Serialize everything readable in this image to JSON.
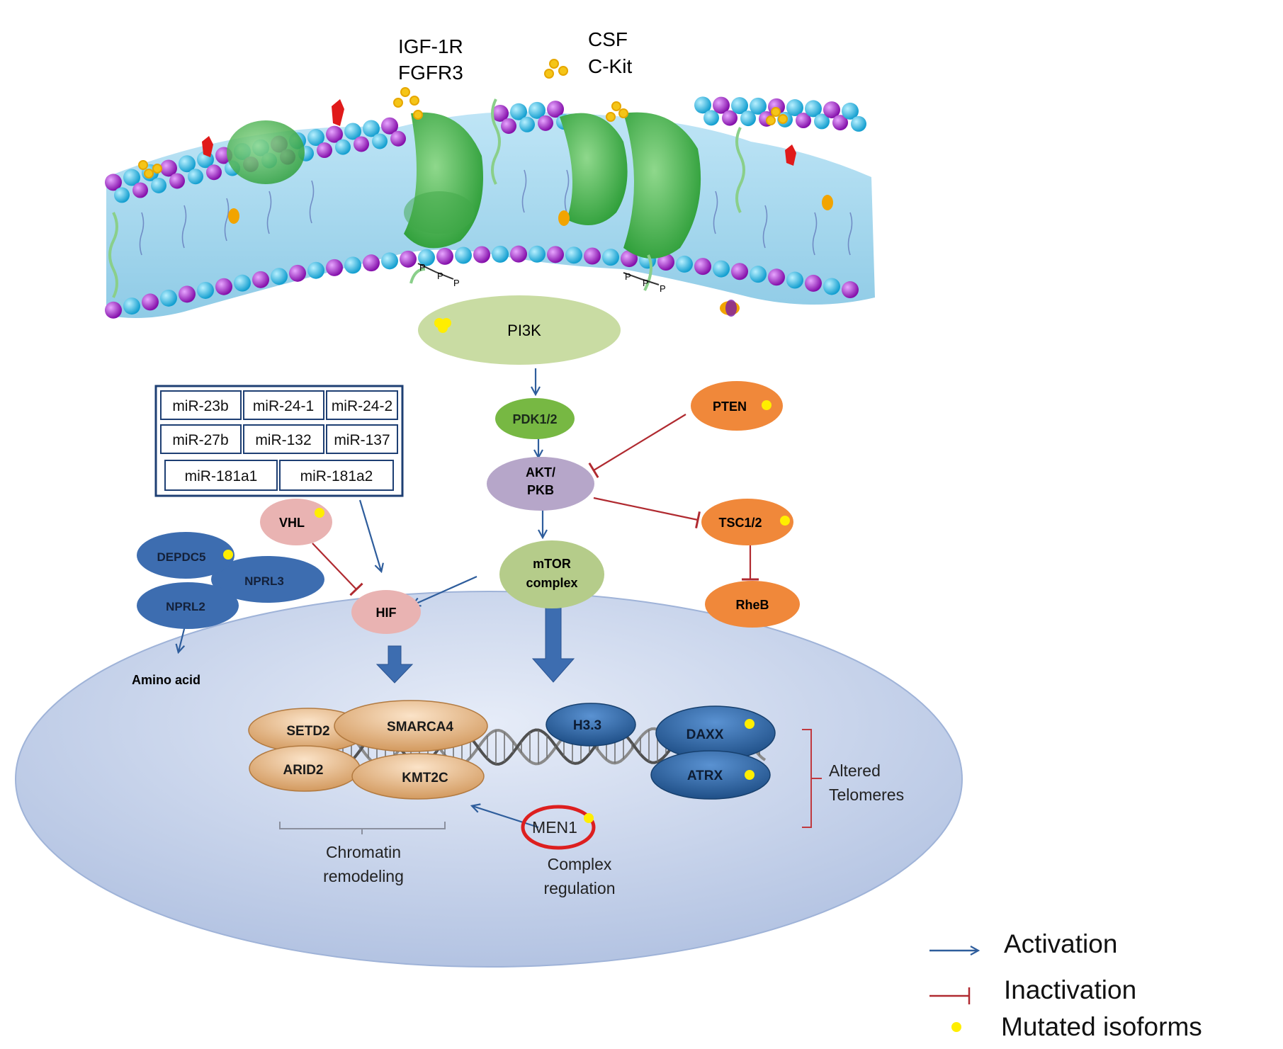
{
  "receptors": {
    "group1": [
      "IGF-1R",
      "FGFR3"
    ],
    "group2": [
      "CSF",
      "C-Kit"
    ],
    "phospho_mark": "P"
  },
  "nodes": {
    "pi3k": "PI3K",
    "pdk": "PDK1/2",
    "akt_line1": "AKT/",
    "akt_line2": "PKB",
    "pten": "PTEN",
    "tsc": "TSC1/2",
    "rheb": "RheB",
    "mtor_line1": "mTOR",
    "mtor_line2": "complex",
    "hif": "HIF",
    "vhl": "VHL",
    "depdc5": "DEPDC5",
    "nprl3": "NPRL3",
    "nprl2": "NPRL2",
    "amino_acid": "Amino acid"
  },
  "mirna": {
    "row1": [
      "miR-23b",
      "miR-24-1",
      "miR-24-2"
    ],
    "row2": [
      "miR-27b",
      "miR-132",
      "miR-137"
    ],
    "row3": [
      "miR-181a1",
      "miR-181a2"
    ]
  },
  "nucleus": {
    "chromatin": [
      "SETD2",
      "SMARCA4",
      "ARID2",
      "KMT2C"
    ],
    "telomere": [
      "H3.3",
      "DAXX",
      "ATRX"
    ],
    "men1": "MEN1",
    "chromatin_caption": [
      "Chromatin",
      "remodeling"
    ],
    "complex_caption": [
      "Complex",
      "regulation"
    ],
    "telomere_caption": [
      "Altered",
      "Telomeres"
    ]
  },
  "legend": {
    "activation": "Activation",
    "inactivation": "Inactivation",
    "mutated": "Mutated isoforms"
  },
  "colors": {
    "activation_arrow": "#2e5d9c",
    "inactivation": "#b02a30",
    "mutation_dot": "#ffee00",
    "pi3k": "#c9dca3",
    "pdk": "#77b843",
    "akt": "#b6a6c9",
    "orange": "#f0883a",
    "mtor": "#b5cc8a",
    "pink": "#e9b3b2",
    "npr_blue": "#3d6db0",
    "nucleus": "#c7d3ea",
    "tan": "#e5b482",
    "telomere_blue": "#2f6aaa",
    "men1_ring": "#dd1f1f",
    "membrane_cyan": "#26c2e8",
    "membrane_purple": "#a01cc8",
    "receptor_green": "#49b54a"
  }
}
